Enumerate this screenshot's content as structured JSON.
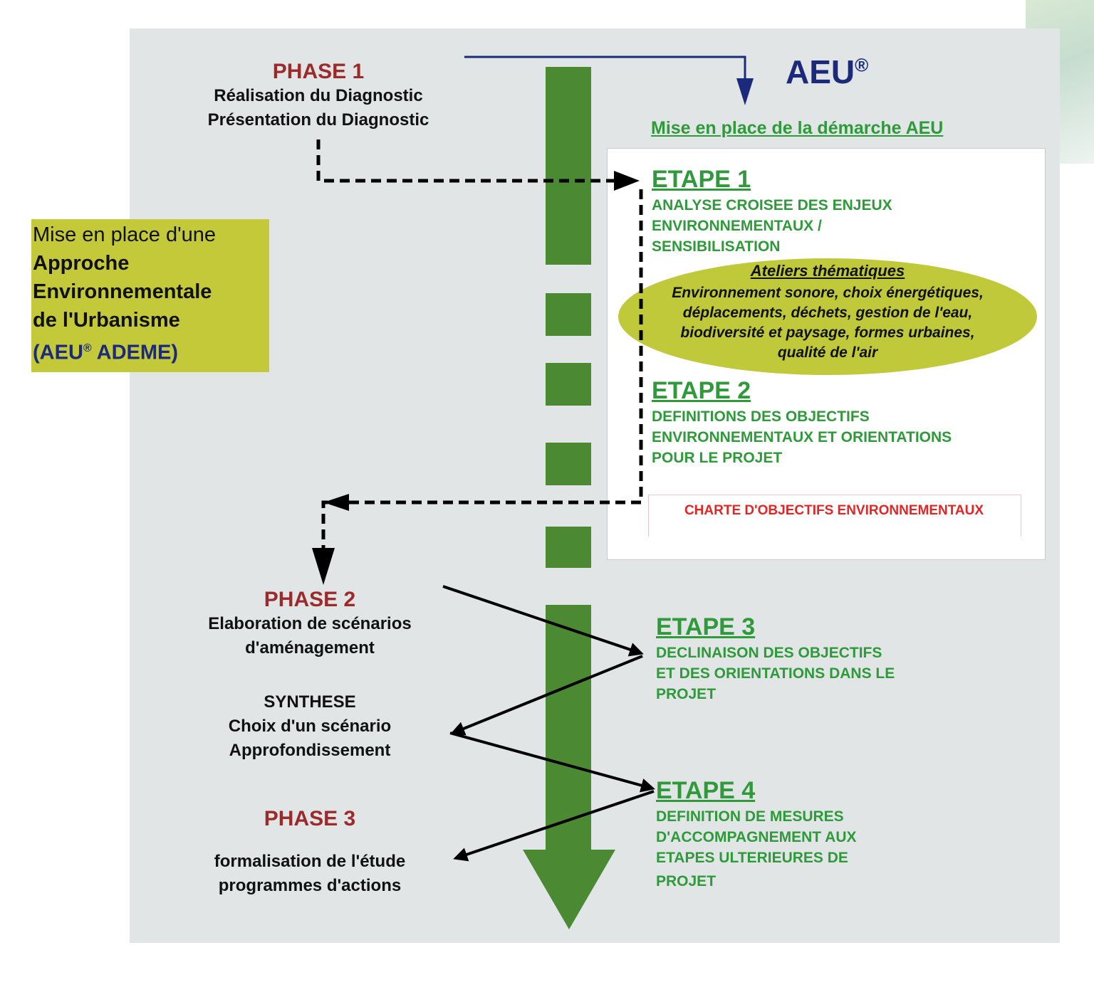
{
  "aeu_logo": {
    "text": "AEU",
    "registered": "®"
  },
  "mise_en_place": "Mise en place de la démarche AEU",
  "side_box": {
    "line1": "Mise en place d'une",
    "line2": "Approche",
    "line3": "Environnementale",
    "line4": "de l'Urbanisme",
    "line5_prefix": "(AEU",
    "line5_reg": "®",
    "line5_suffix": " ADEME)"
  },
  "phase1": {
    "title": "PHASE 1",
    "line1": "Réalisation du Diagnostic",
    "line2": "Présentation du Diagnostic"
  },
  "phase2": {
    "title": "PHASE 2",
    "line1": "Elaboration de scénarios",
    "line2": "d'aménagement"
  },
  "synthese": {
    "line1": "SYNTHESE",
    "line2": "Choix d'un scénario",
    "line3": "Approfondissement"
  },
  "phase3": {
    "title": "PHASE 3",
    "line1": "formalisation de l'étude",
    "line2": "programmes d'actions"
  },
  "etape1": {
    "title": "ETAPE 1",
    "lines": [
      "ANALYSE CROISEE DES ENJEUX",
      "ENVIRONNEMENTAUX /",
      "SENSIBILISATION"
    ]
  },
  "ateliers": {
    "title": "Ateliers thématiques",
    "lines": [
      "Environnement sonore, choix énergétiques,",
      "déplacements, déchets, gestion de l'eau,",
      "biodiversité et paysage, formes urbaines,",
      "qualité de l'air"
    ]
  },
  "etape2": {
    "title": "ETAPE 2",
    "lines": [
      "DEFINITIONS DES OBJECTIFS",
      "ENVIRONNEMENTAUX ET ORIENTATIONS",
      "POUR LE PROJET"
    ]
  },
  "charte": "CHARTE D'OBJECTIFS ENVIRONNEMENTAUX",
  "etape3": {
    "title": "ETAPE 3",
    "lines": [
      "DECLINAISON DES OBJECTIFS",
      "ET DES ORIENTATIONS DANS LE",
      "PROJET"
    ]
  },
  "etape4": {
    "title": "ETAPE 4",
    "lines": [
      "DEFINITION DE MESURES",
      "D'ACCOMPAGNEMENT AUX",
      "ETAPES ULTERIEURES DE",
      "PROJET"
    ]
  },
  "colors": {
    "panel": "#e1e5e6",
    "timeline_green": "#4b8a32",
    "etape_green": "#2e9a3a",
    "phase_red": "#9b2a2a",
    "logo_blue": "#1b2a7a",
    "side_box": "#c4c93a",
    "ellipse": "#bfc93a",
    "charte_red": "#e22525"
  }
}
